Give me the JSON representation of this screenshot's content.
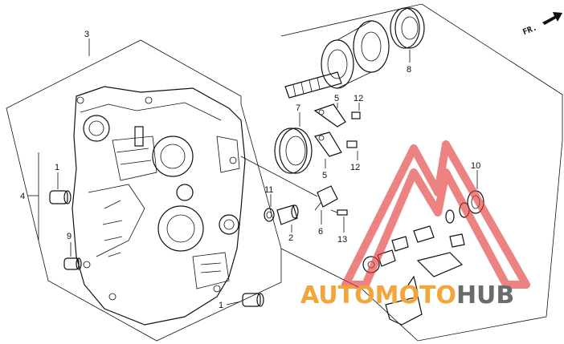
{
  "diagram": {
    "direction_label": "FR.",
    "callouts": [
      {
        "id": "c3",
        "text": "3"
      },
      {
        "id": "c8",
        "text": "8"
      },
      {
        "id": "c7",
        "text": "7"
      },
      {
        "id": "c5a",
        "text": "5"
      },
      {
        "id": "c12a",
        "text": "12"
      },
      {
        "id": "c5b",
        "text": "5"
      },
      {
        "id": "c12b",
        "text": "12"
      },
      {
        "id": "c1a",
        "text": "1"
      },
      {
        "id": "c4",
        "text": "4"
      },
      {
        "id": "c11",
        "text": "11"
      },
      {
        "id": "c2",
        "text": "2"
      },
      {
        "id": "c6",
        "text": "6"
      },
      {
        "id": "c13",
        "text": "13"
      },
      {
        "id": "c9",
        "text": "9"
      },
      {
        "id": "c10",
        "text": "10"
      },
      {
        "id": "c1b",
        "text": "1"
      }
    ]
  },
  "watermark": {
    "part1": "AUTO",
    "part2": "MOTO",
    "part3": "HUB",
    "color_orange": "#f2a53a",
    "color_grey": "#6b6b6b",
    "color_red": "#e23b3b"
  }
}
